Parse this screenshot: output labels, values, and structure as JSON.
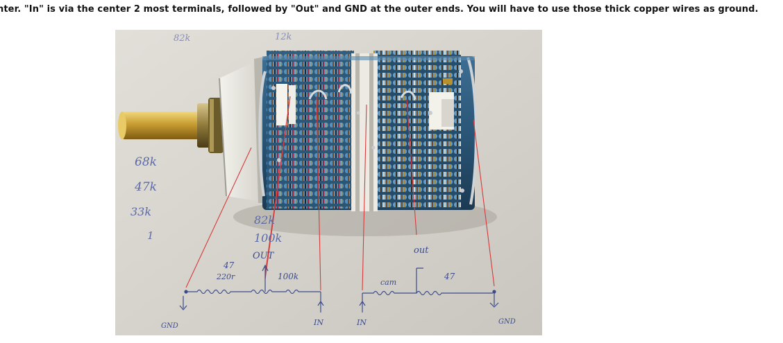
{
  "article": {
    "caption": "nter. \"In\" is via the center 2 most terminals, followed by \"Out\" and GND at the outer ends. You will have to use those thick copper wires as ground."
  },
  "photo": {
    "handwriting": {
      "top_left": "82k",
      "top_mid": "12k",
      "r1": "68k",
      "r2": "47k",
      "r3": "33k",
      "r4": "1",
      "mid1": "82k",
      "mid2": "100k",
      "out_left": "OUT",
      "out_right": "out",
      "res_left_a": "47",
      "res_left_b": "220r",
      "res_left_c": "100k",
      "res_right_a": "cam",
      "res_right_b": "47",
      "gnd_left": "GND",
      "gnd_right": "GND",
      "in_left": "IN",
      "in_right": "IN"
    },
    "colors": {
      "paper": "#d9d6cf",
      "resistor_blue": "#4f87b3",
      "wafer_blue": "#2e5f86",
      "wafer_white": "#efeee8",
      "brass": "#c9a23a",
      "wire_red": "#d63a3a"
    }
  }
}
